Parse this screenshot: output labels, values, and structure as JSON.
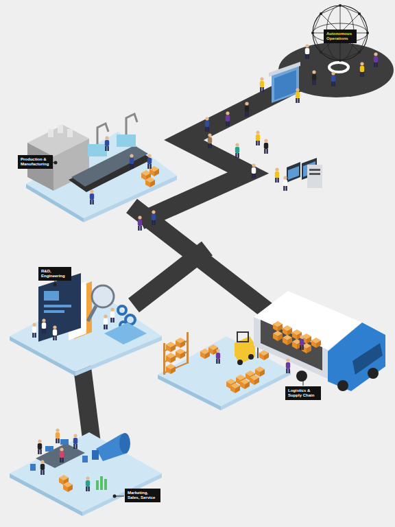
{
  "diagram": {
    "nodes": [
      {
        "text": [
          "Autonomous Operations"
        ]
      },
      {
        "text": [
          "Production & Manufacturing"
        ]
      },
      {
        "text": [
          "R&D, Engineering"
        ]
      },
      {
        "text": [
          "Logistics & Supply Chain"
        ]
      },
      {
        "text": [
          "Marketing, Sales, Service"
        ]
      }
    ]
  }
}
